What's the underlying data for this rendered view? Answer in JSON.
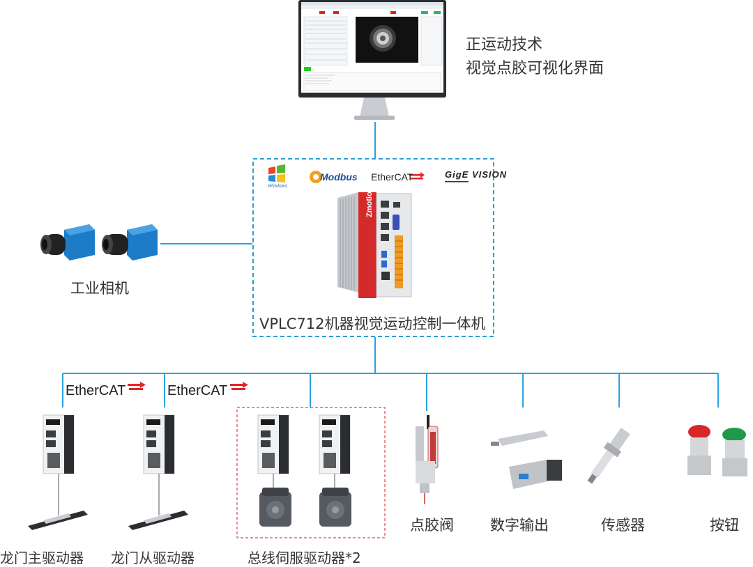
{
  "monitor": {
    "caption_line1": "正运动技术",
    "caption_line2": "视觉点胶可视化界面"
  },
  "controller": {
    "label": "VPLC712机器视觉运动控制一体机",
    "brand": "Zmotion",
    "protocols": [
      "Windows",
      "Modbus",
      "EtherCAT",
      "GigE VISION"
    ]
  },
  "camera": {
    "label": "工业相机"
  },
  "ethercat_badges": [
    "EtherCAT",
    "EtherCAT"
  ],
  "devices": {
    "gantry_master": "龙门主驱动器",
    "gantry_slave": "龙门从驱动器",
    "bus_servo": "总线伺服驱动器*2",
    "dispense_valve": "点胶阀",
    "digital_io": "数字输出",
    "sensor": "传感器",
    "button": "按钮"
  },
  "colors": {
    "link": "#29a3df",
    "frame_dashed": "#2a9fd6",
    "servo_group_dashed": "#e0404a",
    "ethercat_red": "#e2242b"
  }
}
